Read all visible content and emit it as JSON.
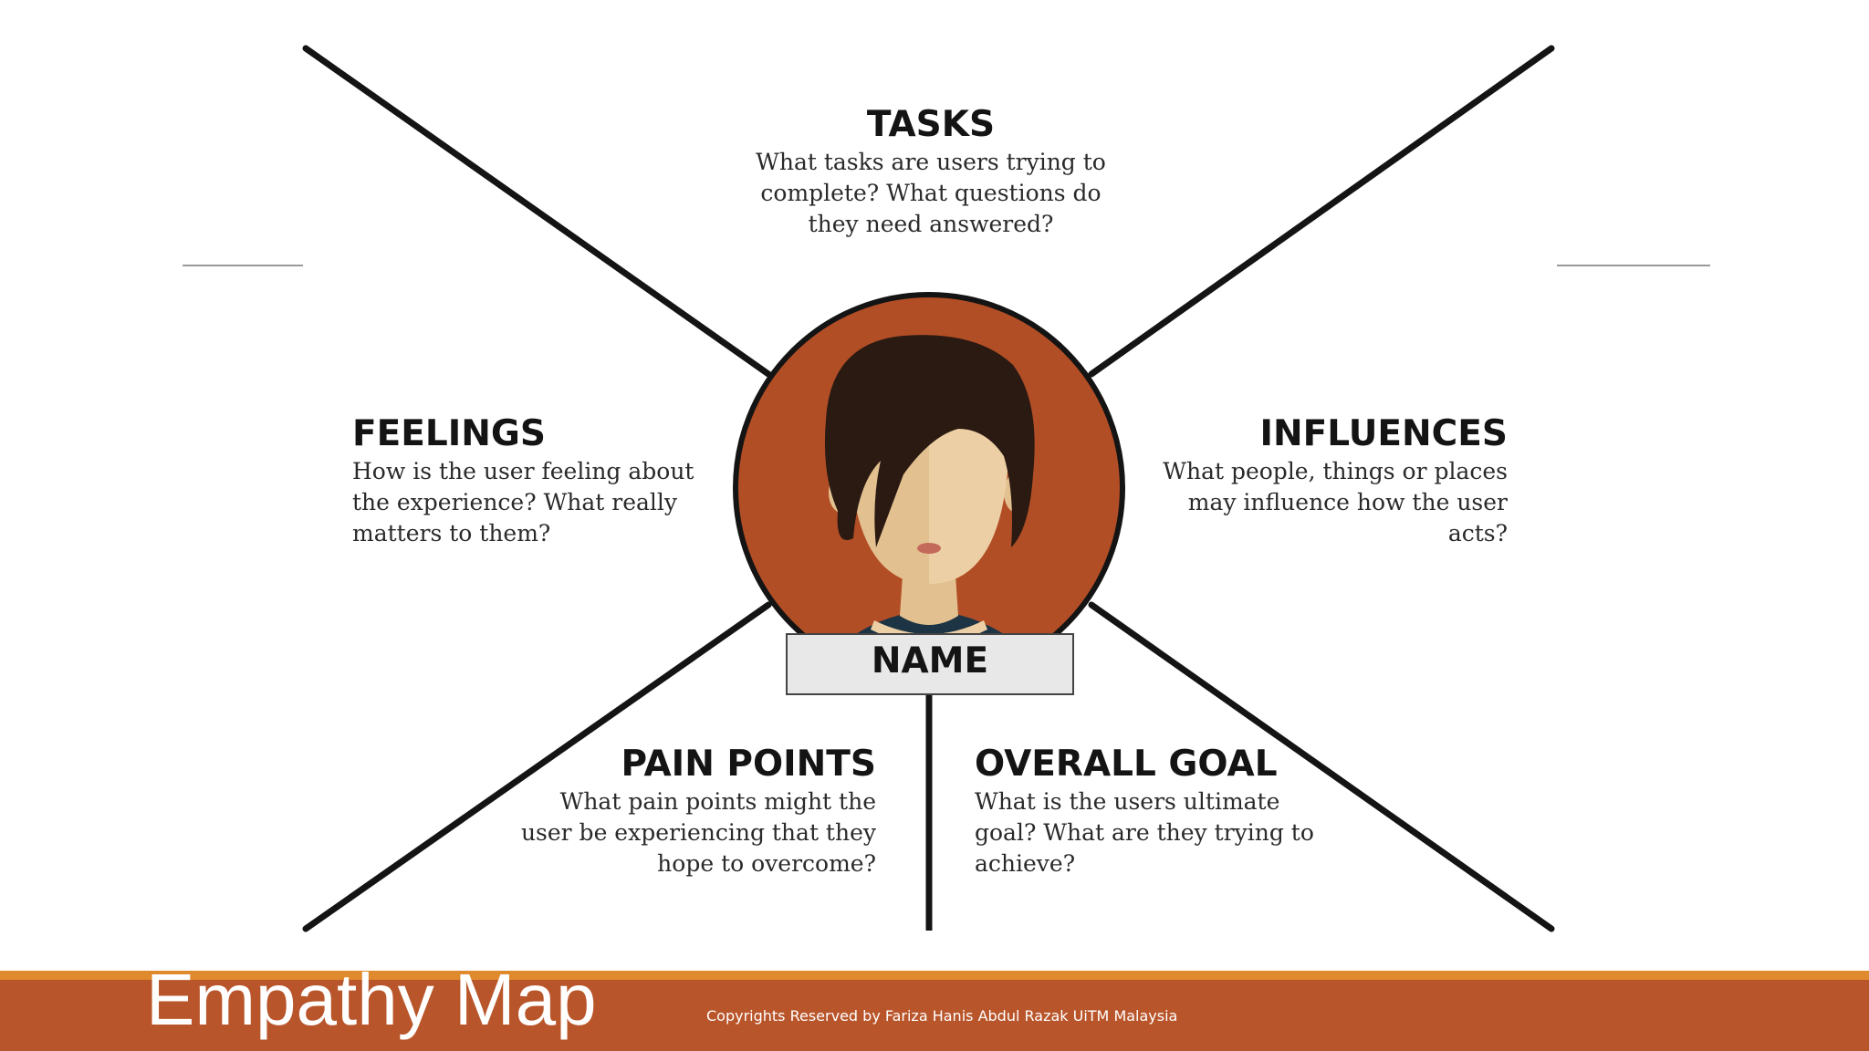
{
  "slide_title": "Empathy Map",
  "copyright": "Copyrights Reserved by Fariza Hanis Abdul Razak UiTM Malaysia",
  "persona_label": "NAME",
  "colors": {
    "accent": "#b9552a",
    "accent_stripe": "#e08a2e",
    "avatar_bg": "#b24e26",
    "hair": "#2a1a12",
    "skin": "#eccfa4",
    "shirt": "#1d3445",
    "label_bg": "#e8e8e8"
  },
  "sections": {
    "tasks": {
      "title": "TASKS",
      "lines": [
        "What tasks are users trying to",
        "complete? What questions do",
        "they need answered?"
      ]
    },
    "feelings": {
      "title": "FEELINGS",
      "lines": [
        "How is the user feeling about",
        "the experience? What really",
        "matters to them?"
      ]
    },
    "influences": {
      "title": "INFLUENCES",
      "lines": [
        "What people, things or places",
        "may influence how the user",
        "acts?"
      ]
    },
    "pain_points": {
      "title": "PAIN POINTS",
      "lines": [
        "What pain points might the",
        "user be experiencing that they",
        "hope to overcome?"
      ]
    },
    "overall_goal": {
      "title": "OVERALL GOAL",
      "lines": [
        "What is the users ultimate",
        "goal? What are they trying to",
        "achieve?"
      ]
    }
  }
}
